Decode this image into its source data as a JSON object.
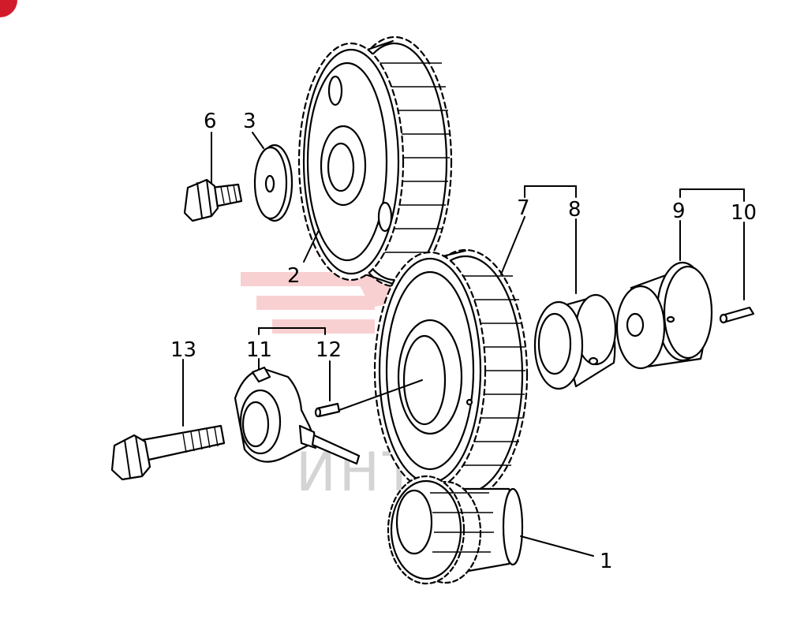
{
  "callouts": {
    "part_1": "1",
    "part_2": "2",
    "part_3": "3",
    "part_6": "6",
    "part_7": "7",
    "part_8": "8",
    "part_9": "9",
    "part_10": "10",
    "part_11": "11",
    "part_12": "12",
    "part_13": "13"
  },
  "watermark": {
    "text": "ИНТЕХ",
    "color": "#e8484a",
    "text_color": "#b8b8b8"
  },
  "colors": {
    "ink": "#000000",
    "background": "#ffffff",
    "corner_badge": "#d11b2a"
  }
}
